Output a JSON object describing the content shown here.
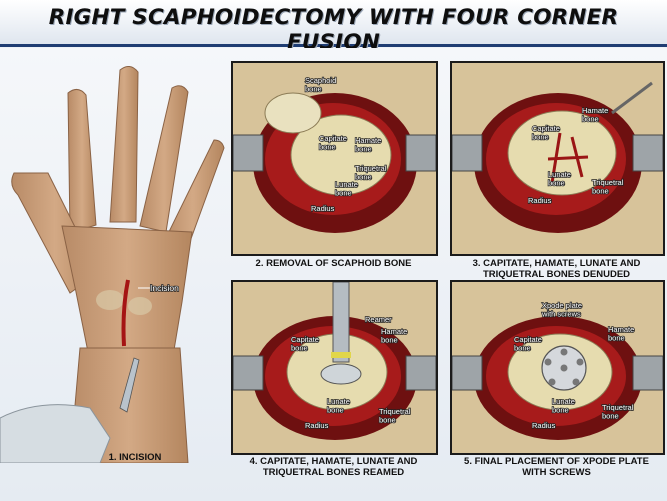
{
  "title": "RIGHT SCAPHOIDECTOMY WITH FOUR CORNER FUSION",
  "panels": {
    "incision": {
      "caption": "1.  INCISION",
      "labels": {
        "incision": "Incision"
      }
    },
    "removal": {
      "caption": "2.  REMOVAL OF SCAPHOID BONE",
      "labels": {
        "scaphoid": "Scaphoid\nbone",
        "capitate": "Capitate\nbone",
        "hamate": "Hamate\nbone",
        "triquetral": "Triquetral\nbone",
        "lunate": "Lunate\nbone",
        "radius": "Radius"
      }
    },
    "denuded": {
      "caption": "3.  CAPITATE, HAMATE, LUNATE AND\nTRIQUETRAL BONES DENUDED",
      "labels": {
        "capitate": "Capitate\nbone",
        "hamate": "Hamate\nbone",
        "lunate": "Lunate\nbone",
        "triquetral": "Triquetral\nbone",
        "radius": "Radius"
      }
    },
    "reamed": {
      "caption": "4.  CAPITATE, HAMATE, LUNATE AND\nTRIQUETRAL BONES REAMED",
      "labels": {
        "reamer": "Reamer",
        "capitate": "Capitate\nbone",
        "hamate": "Hamate\nbone",
        "lunate": "Lunate\nbone",
        "triquetral": "Triquetral\nbone",
        "radius": "Radius"
      }
    },
    "xpode": {
      "caption": "5.  FINAL PLACEMENT OF XPODE PLATE\nWITH SCREWS",
      "labels": {
        "xpode": "Xpode plate\nwith screws",
        "capitate": "Capitate\nbone",
        "hamate": "Hamate\nbone",
        "lunate": "Lunate\nbone",
        "triquetral": "Triquetral\nbone",
        "radius": "Radius"
      }
    }
  },
  "colors": {
    "header_rule": "#1f3d73",
    "bone": "#e6dcaf",
    "tissue": "#a71b1b",
    "skin": "#c69a76"
  }
}
